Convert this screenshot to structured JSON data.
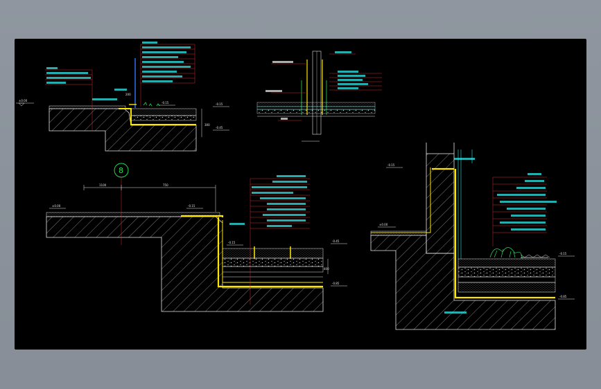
{
  "colors": {
    "background": "#000000",
    "frame": "#8c939c",
    "line": "#e6e6e6",
    "leader": "#d02828",
    "membrane": "#ffe600",
    "text": "#33e6e6",
    "bubble": "#22dd55",
    "metal": "#2e7bff"
  },
  "detail_bubble": "8",
  "dims": {
    "b_left": "1100",
    "b_right": "750",
    "a_small": "200",
    "a_height": "300",
    "b_height": "400"
  },
  "levels": {
    "a_left": "±0.00",
    "a_mid": "-0.15",
    "a_right": "-0.15",
    "a_low": "-0.45",
    "b_top_left": "±0.00",
    "b_top_mid": "-0.15",
    "b_mid": "-0.15",
    "b_low": "-0.45",
    "b_bottom": "-0.85",
    "c_top": "-0.15",
    "c_left": "±0.00",
    "c_right": "-0.15",
    "c_bottom": "-0.85"
  }
}
